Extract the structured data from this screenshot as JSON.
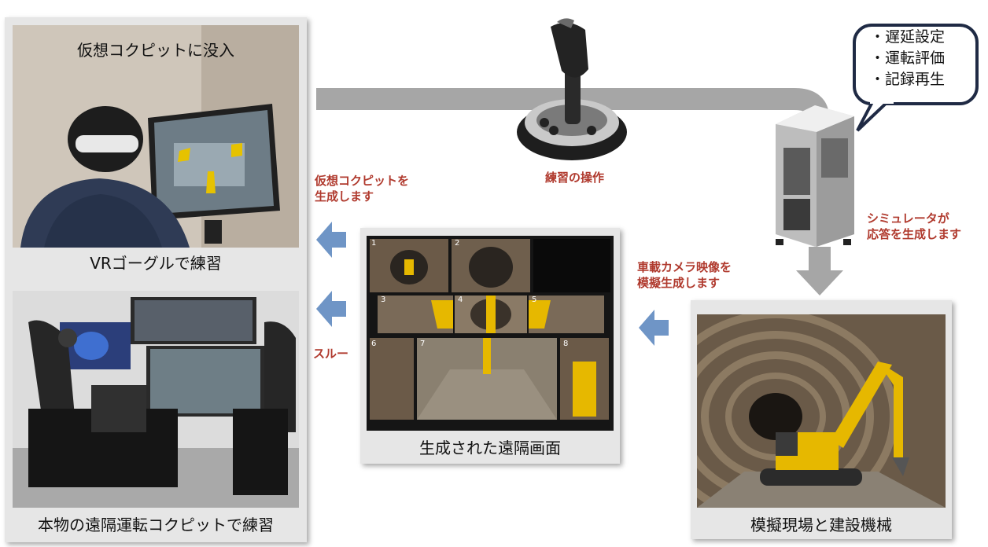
{
  "left_panel": {
    "top_photo_overlay": "仮想コクピットに没入",
    "top_caption": "VRゴーグルで練習",
    "bottom_caption": "本物の遠隔運転コクピットで練習"
  },
  "center_panel": {
    "caption": "生成された遠隔画面",
    "camera_numbers": [
      "1",
      "2",
      "3",
      "4",
      "5",
      "6",
      "7",
      "8"
    ]
  },
  "right_panel": {
    "caption": "模擬現場と建設機械"
  },
  "labels": {
    "joystick": "練習の操作",
    "virtual_cockpit": [
      "仮想コクピットを",
      "生成します"
    ],
    "passthrough": "スルー",
    "camera_sim": [
      "車載カメラ映像を",
      "模擬生成します"
    ],
    "simulator": [
      "シミュレータが",
      "応答を生成します"
    ]
  },
  "callout": {
    "items": [
      "・遅延設定",
      "・運転評価",
      "・記録再生"
    ]
  },
  "colors": {
    "label_red": "#b03a2e",
    "arrow_blue": "#6f95c6",
    "connector_gray": "#a6a6a6",
    "excavator_yellow": "#e6b800"
  }
}
